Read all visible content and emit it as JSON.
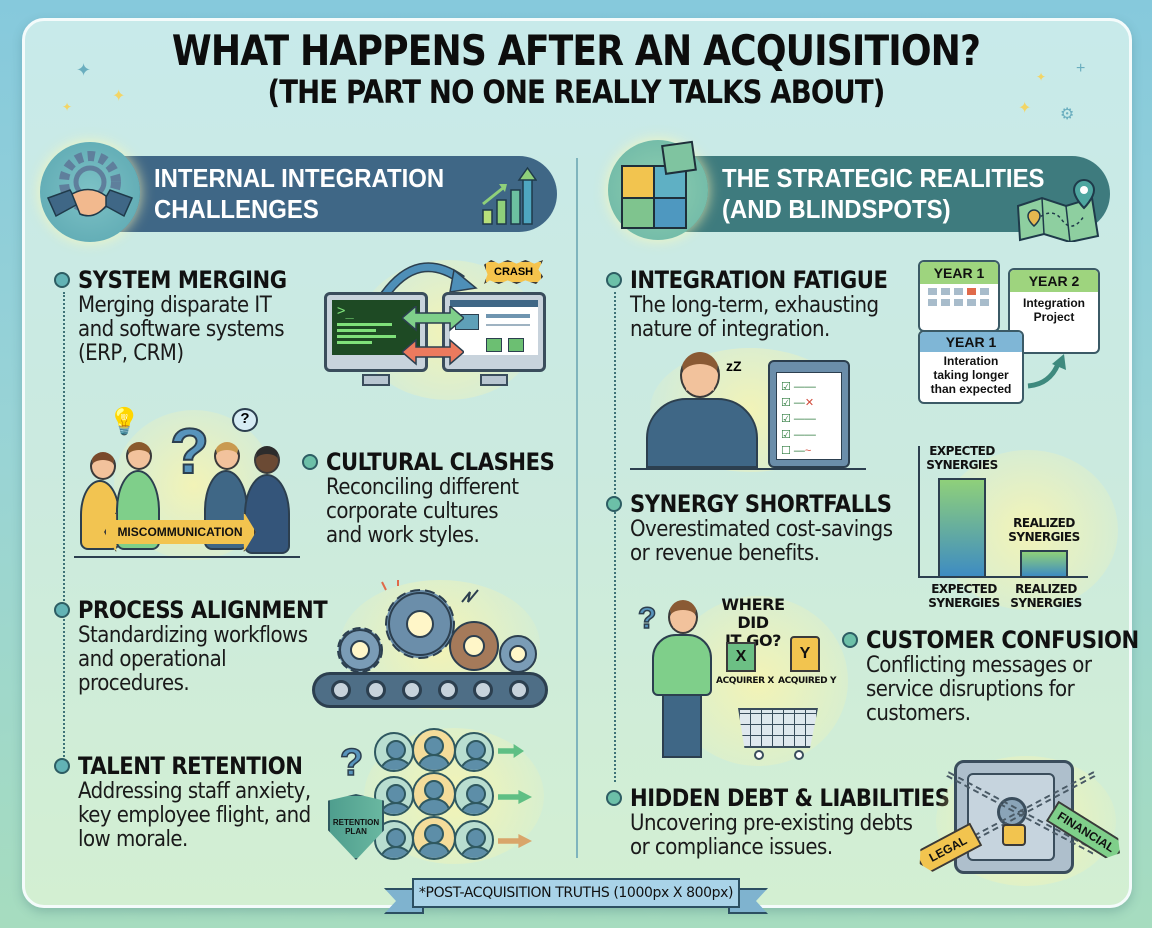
{
  "header": {
    "title": "WHAT HAPPENS AFTER AN ACQUISITION?",
    "subtitle": "(THE PART NO ONE REALLY TALKS ABOUT)"
  },
  "left_section": {
    "banner_line1": "INTERNAL INTEGRATION",
    "banner_line2": "CHALLENGES",
    "emblem_icon": "handshake-gear-icon",
    "banner_icon": "growth-bar-chart-icon",
    "items": [
      {
        "title": "SYSTEM MERGING",
        "desc_lines": [
          "Merging disparate IT",
          "and software systems",
          "(ERP, CRM)"
        ],
        "illustration": {
          "type": "two-monitors",
          "badge": "CRASH",
          "terminal_prompt": ">_"
        }
      },
      {
        "title": "CULTURAL CLASHES",
        "desc_lines": [
          "Reconciling different",
          "corporate cultures",
          "and work styles."
        ],
        "illustration": {
          "type": "people-groups",
          "banner": "MISCOMMUNICATION",
          "symbol": "?"
        }
      },
      {
        "title": "PROCESS ALIGNMENT",
        "desc_lines": [
          "Standardizing workflows",
          "and operational",
          "procedures."
        ],
        "illustration": {
          "type": "gears-conveyor"
        }
      },
      {
        "title": "TALENT RETENTION",
        "desc_lines": [
          "Addressing staff anxiety,",
          "key employee flight, and",
          "low morale."
        ],
        "illustration": {
          "type": "employee-grid",
          "shield_line1": "RETENTION",
          "shield_line2": "PLAN",
          "symbol": "?"
        }
      }
    ]
  },
  "right_section": {
    "banner_line1": "THE STRATEGIC REALITIES",
    "banner_line2": "(AND BLINDSPOTS)",
    "emblem_icon": "puzzle-icon",
    "banner_icon": "map-pin-icon",
    "items": [
      {
        "title": "INTEGRATION FATIGUE",
        "desc_lines": [
          "The long-term, exhausting",
          "nature of integration."
        ],
        "illustration": {
          "type": "calendars",
          "cal1_caption": "YEAR 1",
          "cal2_caption": "YEAR 2",
          "cal2_body": [
            "Integration",
            "Project"
          ],
          "cal3_caption": "YEAR 1",
          "cal3_body": [
            "Interation",
            "taking longer",
            "than expected"
          ]
        }
      },
      {
        "title": "SYNERGY SHORTFALLS",
        "desc_lines": [
          "Overestimated cost-savings",
          "or revenue benefits."
        ]
      },
      {
        "title": "CUSTOMER CONFUSION",
        "desc_lines": [
          "Conflicting messages or",
          "service disruptions for",
          "customers."
        ],
        "illustration": {
          "type": "shopper",
          "question_line1": "WHERE DID",
          "question_line2": "IT GO?",
          "box_x": "X",
          "box_y": "Y",
          "label_x": "ACQUIRER X",
          "label_y": "ACQUIRED Y"
        }
      },
      {
        "title": "HIDDEN DEBT & LIABILITIES",
        "desc_lines": [
          "Uncovering pre-existing debts",
          "or compliance issues."
        ],
        "illustration": {
          "type": "chained-safe",
          "tag_left": "LEGAL",
          "tag_right": "FINANCIAL"
        }
      }
    ]
  },
  "chart_data": {
    "type": "bar",
    "title": "",
    "categories": [
      "EXPECTED SYNERGIES",
      "REALIZED SYNERGIES"
    ],
    "values": [
      100,
      28
    ],
    "bar_top_labels": [
      "EXPECTED SYNERGIES",
      "REALIZED SYNERGIES"
    ],
    "xlabel": "",
    "ylabel": "",
    "ylim": [
      0,
      110
    ],
    "grid": false,
    "legend": "none",
    "note": "Illustrative relative heights; no numeric axis shown"
  },
  "footer": {
    "ribbon_text": "*POST-ACQUISITION TRUTHS (1000px X 800px)"
  },
  "colors": {
    "left_banner": "#3f6786",
    "right_banner": "#3e7b7e",
    "bullet_dot": "#6cc0a8",
    "page_bg_top": "#86c9dc",
    "page_bg_bottom": "#a6dcbf",
    "card_bg": "#c8eaea",
    "accent_yellow": "#f2c44f",
    "ribbon": "#a9d3e8"
  }
}
